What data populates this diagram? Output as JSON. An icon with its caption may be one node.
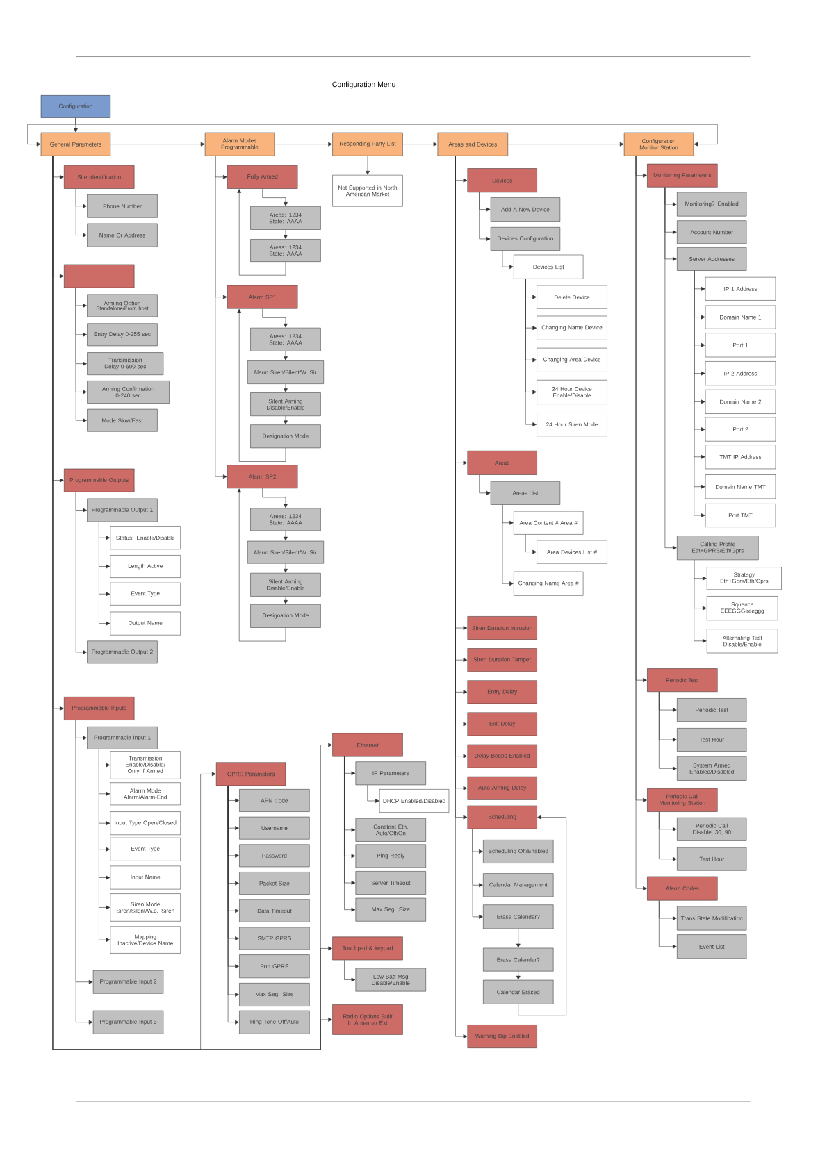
{
  "diagram": {
    "title": "Configuration Menu",
    "nodes": [
      {
        "text": [
          "Configuration"
        ]
      },
      {
        "text": [
          "General Parameters"
        ]
      },
      {
        "text": [
          "Alarm Modes Programmable"
        ]
      },
      {
        "text": [
          "Responding Party List"
        ]
      },
      {
        "text": [
          "Areas and Devices"
        ]
      },
      {
        "text": [
          "Configuration Monitor Station"
        ]
      },
      {
        "text": [
          "Site Identification"
        ]
      },
      {
        "text": [
          "Phone Number"
        ]
      },
      {
        "text": [
          "Name Or Address"
        ]
      },
      {
        "text": [],
        "shape": "box"
      },
      {
        "text": [
          "Arming Option",
          "Standalone/From host"
        ]
      },
      {
        "text": [
          "Entry Delay 0-255 sec"
        ]
      },
      {
        "text": [
          "Transmission Delay 0-600 sec"
        ]
      },
      {
        "text": [
          "Arming Confirmation 0-240 sec"
        ]
      },
      {
        "text": [
          "Mode Slow/Fast"
        ]
      },
      {
        "text": [
          "Programmable Outputs"
        ]
      },
      {
        "text": [
          "Programmable Output 1"
        ]
      },
      {
        "text": [
          "Status: Enable/Disable"
        ]
      },
      {
        "text": [
          "Length Active"
        ]
      },
      {
        "text": [
          "Event Type"
        ]
      },
      {
        "text": [
          "Output Name"
        ]
      },
      {
        "text": [
          "Programmable Output 2"
        ]
      },
      {
        "text": [
          "Programmable Inputs"
        ]
      },
      {
        "text": [
          "Programmable Input 1"
        ]
      },
      {
        "text": [
          "Transmission Enable/Disable/ Only If Armed"
        ]
      },
      {
        "text": [
          "Alarm Mode Alarm/Alarm-End"
        ]
      },
      {
        "text": [
          "Input Type Open/Closed"
        ]
      },
      {
        "text": [
          "Event Type"
        ]
      },
      {
        "text": [
          "Input Name"
        ]
      },
      {
        "text": [
          "Siren Mode Siren/Silent/W.o. Siren"
        ]
      },
      {
        "text": [
          "Mapping Inactive/Device Name"
        ]
      },
      {
        "text": [
          "Programmable Input 2"
        ]
      },
      {
        "text": [
          "Programmable Input 3"
        ]
      },
      {
        "text": [
          "GPRS Parameters"
        ]
      },
      {
        "text": [
          "APN Code"
        ]
      },
      {
        "text": [
          "Username"
        ]
      },
      {
        "text": [
          "Password"
        ]
      },
      {
        "text": [
          "Packet Size"
        ]
      },
      {
        "text": [
          "Data Timeout"
        ]
      },
      {
        "text": [
          "SMTP GPRS"
        ]
      },
      {
        "text": [
          "Port GPRS"
        ]
      },
      {
        "text": [
          "Max Seg. Size"
        ]
      },
      {
        "text": [
          "Ring Tone Off/Auto"
        ]
      },
      {
        "text": [
          "Ethernet"
        ]
      },
      {
        "text": [
          "IP Parameters"
        ]
      },
      {
        "text": [
          "DHCP Enabled/Disabled"
        ]
      },
      {
        "text": [
          "Constant Eth. Auto/Off/On"
        ]
      },
      {
        "text": [
          "Ping Reply"
        ]
      },
      {
        "text": [
          "Server Timeout"
        ]
      },
      {
        "text": [
          "Max Seg. Size"
        ]
      },
      {
        "text": [
          "Touchpad & keypad"
        ]
      },
      {
        "text": [
          "Low Batt Msg Disable/Enable"
        ]
      },
      {
        "text": [
          "Radio Options Built In Antenna/ Ext"
        ]
      },
      {
        "text": [
          "Fully Armed"
        ]
      },
      {
        "text": [
          "Areas: 1234 State: AAAA"
        ]
      },
      {
        "text": [
          "Areas: 1234 State: AAAA"
        ]
      },
      {
        "text": [
          "Alarm SP1"
        ]
      },
      {
        "text": [
          "Areas: 1234 State: AAAA"
        ]
      },
      {
        "text": [
          "Alarm Siren/Silent/W. Sir."
        ]
      },
      {
        "text": [
          "Silent Arming Disable/Enable"
        ]
      },
      {
        "text": [
          "Designation Mode"
        ]
      },
      {
        "text": [
          "Alarm SP2"
        ]
      },
      {
        "text": [
          "Areas: 1234 State: AAAA"
        ]
      },
      {
        "text": [
          "Alarm Siren/Silent/W. Sir."
        ]
      },
      {
        "text": [
          "Silent Arming Disable/Enable"
        ]
      },
      {
        "text": [
          "Designation Mode"
        ]
      },
      {
        "text": [
          "Not Supported in North American Market"
        ]
      },
      {
        "text": [
          "Devices"
        ]
      },
      {
        "text": [
          "Add A New Device"
        ]
      },
      {
        "text": [
          "Devices Configuration"
        ]
      },
      {
        "text": [
          "Devices List"
        ]
      },
      {
        "text": [
          "Delete Device"
        ]
      },
      {
        "text": [
          "Changing Name Device"
        ]
      },
      {
        "text": [
          "Changing Area Device"
        ]
      },
      {
        "text": [
          "24 Hour Device Enable/Disable"
        ]
      },
      {
        "text": [
          "24 Hour Siren Mode"
        ]
      },
      {
        "text": [
          "Areas"
        ]
      },
      {
        "text": [
          "Areas List"
        ]
      },
      {
        "text": [
          "Area Content # Area #"
        ]
      },
      {
        "text": [
          "Area Devices List #"
        ]
      },
      {
        "text": [
          "Changing Name Area #"
        ]
      },
      {
        "text": [
          "Siren Duration Intrusion"
        ]
      },
      {
        "text": [
          "Siren Duration Tamper"
        ]
      },
      {
        "text": [
          "Entry Delay"
        ]
      },
      {
        "text": [
          "Exit Delay"
        ]
      },
      {
        "text": [
          "Delay Beeps Enabled"
        ]
      },
      {
        "text": [
          "Auto Arming Delay"
        ]
      },
      {
        "text": [
          "Scheduling"
        ]
      },
      {
        "text": [
          "Scheduling Off/Enabled"
        ]
      },
      {
        "text": [
          "Calendar Management"
        ]
      },
      {
        "text": [
          "Erase Calendar?"
        ]
      },
      {
        "text": [
          "Erase Calendar?"
        ]
      },
      {
        "text": [
          "Calendar Erased"
        ]
      },
      {
        "text": [
          "Warning Bip Enabled"
        ]
      },
      {
        "text": [
          "Monitoring Parameters"
        ]
      },
      {
        "text": [
          "Monitoring? Enabled"
        ]
      },
      {
        "text": [
          "Account Number"
        ]
      },
      {
        "text": [
          "Server Addresses"
        ]
      },
      {
        "text": [
          "IP 1 Address"
        ]
      },
      {
        "text": [
          "Domain Name 1"
        ]
      },
      {
        "text": [
          "Port 1"
        ]
      },
      {
        "text": [
          "IP 2 Address"
        ]
      },
      {
        "text": [
          "Domain Name 2"
        ]
      },
      {
        "text": [
          "Port 2"
        ]
      },
      {
        "text": [
          "TMT IP Address"
        ]
      },
      {
        "text": [
          "Domain Name TMT"
        ]
      },
      {
        "text": [
          "Port TMT"
        ]
      },
      {
        "text": [
          "Calling Profile Eth+GPRS/Eth/Gprs"
        ]
      },
      {
        "text": [
          "Strategy Eth+Gprs/Eth/Gprs"
        ]
      },
      {
        "text": [
          "Squence EEEGGGeeeggg"
        ]
      },
      {
        "text": [
          "Alternating Test Disable/Enable"
        ]
      },
      {
        "text": [
          "Periodic Test"
        ]
      },
      {
        "text": [
          "Periodic Test"
        ]
      },
      {
        "text": [
          "Test Hour"
        ]
      },
      {
        "text": [
          "System Armed Enabled/Disabled"
        ]
      },
      {
        "text": [
          "Periodic Call Monitoring Station"
        ]
      },
      {
        "text": [
          "Periodic Call Disable, 30, 90"
        ]
      },
      {
        "text": [
          "Test Hour"
        ]
      },
      {
        "text": [
          "Alarm Codes"
        ]
      },
      {
        "text": [
          "Trans State Modification"
        ]
      },
      {
        "text": [
          "Event List"
        ]
      }
    ],
    "edges": [
      {
        "from": 0,
        "to": 1,
        "arrow": "to"
      },
      {
        "from": 0,
        "to": 1,
        "arrow": "to"
      },
      {
        "from": 0,
        "to": 5,
        "arrow": "to"
      },
      {
        "from": 1,
        "to": 2,
        "arrow": "to"
      },
      {
        "from": 2,
        "to": 3,
        "arrow": "to"
      },
      {
        "from": 3,
        "to": 4,
        "arrow": "to"
      },
      {
        "from": 4,
        "to": 5,
        "arrow": "to"
      },
      {
        "from": 3,
        "to": 66,
        "arrow": "to"
      },
      {
        "from": 1,
        "to": 6,
        "arrow": "to"
      },
      {
        "from": 6,
        "to": 7,
        "arrow": "to"
      },
      {
        "from": 6,
        "to": 8,
        "arrow": "to"
      },
      {
        "from": 1,
        "to": 9,
        "arrow": "to"
      },
      {
        "from": 9,
        "to": 10,
        "arrow": "to"
      },
      {
        "from": 9,
        "to": 11,
        "arrow": "to"
      },
      {
        "from": 9,
        "to": 12,
        "arrow": "to"
      },
      {
        "from": 9,
        "to": 13,
        "arrow": "to"
      },
      {
        "from": 9,
        "to": 14,
        "arrow": "to"
      },
      {
        "from": 1,
        "to": 15,
        "arrow": "to"
      },
      {
        "from": 15,
        "to": 16,
        "arrow": "to"
      },
      {
        "from": 16,
        "to": 17,
        "arrow": "to"
      },
      {
        "from": 16,
        "to": 18,
        "arrow": "to"
      },
      {
        "from": 16,
        "to": 19,
        "arrow": "to"
      },
      {
        "from": 16,
        "to": 20,
        "arrow": "to"
      },
      {
        "from": 15,
        "to": 21,
        "arrow": "to"
      },
      {
        "from": 1,
        "to": 22,
        "arrow": "to"
      },
      {
        "from": 22,
        "to": 23,
        "arrow": "to"
      },
      {
        "from": 23,
        "to": 24,
        "arrow": "to"
      },
      {
        "from": 23,
        "to": 25,
        "arrow": "to"
      },
      {
        "from": 23,
        "to": 26,
        "arrow": "to"
      },
      {
        "from": 23,
        "to": 27,
        "arrow": "to"
      },
      {
        "from": 23,
        "to": 28,
        "arrow": "to"
      },
      {
        "from": 23,
        "to": 29,
        "arrow": "to"
      },
      {
        "from": 23,
        "to": 30,
        "arrow": "to"
      },
      {
        "from": 22,
        "to": 31,
        "arrow": "to"
      },
      {
        "from": 22,
        "to": 32,
        "arrow": "to"
      },
      {
        "from": 1,
        "to": 33,
        "arrow": "to"
      },
      {
        "from": 33,
        "to": 34,
        "arrow": "to"
      },
      {
        "from": 33,
        "to": 35,
        "arrow": "to"
      },
      {
        "from": 33,
        "to": 36,
        "arrow": "to"
      },
      {
        "from": 33,
        "to": 37,
        "arrow": "to"
      },
      {
        "from": 33,
        "to": 38,
        "arrow": "to"
      },
      {
        "from": 33,
        "to": 39,
        "arrow": "to"
      },
      {
        "from": 33,
        "to": 40,
        "arrow": "to"
      },
      {
        "from": 33,
        "to": 41,
        "arrow": "to"
      },
      {
        "from": 33,
        "to": 42,
        "arrow": "to"
      },
      {
        "from": 1,
        "to": 43,
        "arrow": "to"
      },
      {
        "from": 43,
        "to": 44,
        "arrow": "to"
      },
      {
        "from": 44,
        "to": 45,
        "arrow": "to"
      },
      {
        "from": 43,
        "to": 46,
        "arrow": "to"
      },
      {
        "from": 43,
        "to": 47,
        "arrow": "to"
      },
      {
        "from": 43,
        "to": 48,
        "arrow": "to"
      },
      {
        "from": 43,
        "to": 49,
        "arrow": "to"
      },
      {
        "from": 1,
        "to": 50,
        "arrow": "to"
      },
      {
        "from": 50,
        "to": 51,
        "arrow": "to"
      },
      {
        "from": 1,
        "to": 52,
        "arrow": "to"
      },
      {
        "from": 2,
        "to": 53,
        "arrow": "to"
      },
      {
        "from": 53,
        "to": 54,
        "arrow": "to"
      },
      {
        "from": 54,
        "to": 55,
        "arrow": "to"
      },
      {
        "from": 55,
        "to": 53,
        "arrow": "to"
      },
      {
        "from": 2,
        "to": 56,
        "arrow": "to"
      },
      {
        "from": 56,
        "to": 57,
        "arrow": "to"
      },
      {
        "from": 57,
        "to": 58,
        "arrow": "to"
      },
      {
        "from": 58,
        "to": 59,
        "arrow": "to"
      },
      {
        "from": 59,
        "to": 60,
        "arrow": "to"
      },
      {
        "from": 60,
        "to": 56,
        "arrow": "to"
      },
      {
        "from": 2,
        "to": 61,
        "arrow": "to"
      },
      {
        "from": 61,
        "to": 62,
        "arrow": "to"
      },
      {
        "from": 62,
        "to": 63,
        "arrow": "to"
      },
      {
        "from": 63,
        "to": 64,
        "arrow": "to"
      },
      {
        "from": 64,
        "to": 65,
        "arrow": "to"
      },
      {
        "from": 65,
        "to": 61,
        "arrow": "to"
      },
      {
        "from": 4,
        "to": 67,
        "arrow": "to"
      },
      {
        "from": 67,
        "to": 68,
        "arrow": "to"
      },
      {
        "from": 67,
        "to": 69,
        "arrow": "to"
      },
      {
        "from": 69,
        "to": 70,
        "arrow": "to"
      },
      {
        "from": 70,
        "to": 71,
        "arrow": "to"
      },
      {
        "from": 70,
        "to": 72,
        "arrow": "to"
      },
      {
        "from": 70,
        "to": 73,
        "arrow": "to"
      },
      {
        "from": 70,
        "to": 74,
        "arrow": "to"
      },
      {
        "from": 70,
        "to": 75,
        "arrow": "to"
      },
      {
        "from": 4,
        "to": 76,
        "arrow": "to"
      },
      {
        "from": 76,
        "to": 77,
        "arrow": "to"
      },
      {
        "from": 77,
        "to": 78,
        "arrow": "to"
      },
      {
        "from": 78,
        "to": 79,
        "arrow": "to"
      },
      {
        "from": 77,
        "to": 80,
        "arrow": "to"
      },
      {
        "from": 4,
        "to": 81,
        "arrow": "to"
      },
      {
        "from": 4,
        "to": 82,
        "arrow": "to"
      },
      {
        "from": 4,
        "to": 83,
        "arrow": "to"
      },
      {
        "from": 4,
        "to": 84,
        "arrow": "to"
      },
      {
        "from": 4,
        "to": 85,
        "arrow": "to"
      },
      {
        "from": 4,
        "to": 86,
        "arrow": "to"
      },
      {
        "from": 4,
        "to": 87,
        "arrow": "to"
      },
      {
        "from": 87,
        "to": 88,
        "arrow": "to"
      },
      {
        "from": 87,
        "to": 89,
        "arrow": "to"
      },
      {
        "from": 87,
        "to": 90,
        "arrow": "to"
      },
      {
        "from": 90,
        "to": 91,
        "arrow": "to"
      },
      {
        "from": 91,
        "to": 92,
        "arrow": "to"
      },
      {
        "from": 92,
        "to": 87,
        "arrow": "to"
      },
      {
        "from": 4,
        "to": 93,
        "arrow": "to"
      },
      {
        "from": 5,
        "to": 94,
        "arrow": "to"
      },
      {
        "from": 94,
        "to": 95,
        "arrow": "to"
      },
      {
        "from": 94,
        "to": 96,
        "arrow": "to"
      },
      {
        "from": 94,
        "to": 97,
        "arrow": "to"
      },
      {
        "from": 97,
        "to": 98,
        "arrow": "to"
      },
      {
        "from": 97,
        "to": 99,
        "arrow": "to"
      },
      {
        "from": 97,
        "to": 100,
        "arrow": "to"
      },
      {
        "from": 97,
        "to": 101,
        "arrow": "to"
      },
      {
        "from": 97,
        "to": 102,
        "arrow": "to"
      },
      {
        "from": 97,
        "to": 103,
        "arrow": "to"
      },
      {
        "from": 97,
        "to": 104,
        "arrow": "to"
      },
      {
        "from": 97,
        "to": 105,
        "arrow": "to"
      },
      {
        "from": 97,
        "to": 106,
        "arrow": "to"
      },
      {
        "from": 94,
        "to": 107,
        "arrow": "to"
      },
      {
        "from": 107,
        "to": 108,
        "arrow": "to"
      },
      {
        "from": 107,
        "to": 109,
        "arrow": "to"
      },
      {
        "from": 107,
        "to": 110,
        "arrow": "to"
      },
      {
        "from": 5,
        "to": 111,
        "arrow": "to"
      },
      {
        "from": 111,
        "to": 112,
        "arrow": "to"
      },
      {
        "from": 111,
        "to": 113,
        "arrow": "to"
      },
      {
        "from": 111,
        "to": 114,
        "arrow": "to"
      },
      {
        "from": 5,
        "to": 115,
        "arrow": "to"
      },
      {
        "from": 115,
        "to": 116,
        "arrow": "to"
      },
      {
        "from": 115,
        "to": 117,
        "arrow": "to"
      },
      {
        "from": 5,
        "to": 118,
        "arrow": "to"
      },
      {
        "from": 118,
        "to": 119,
        "arrow": "to"
      },
      {
        "from": 118,
        "to": 120,
        "arrow": "to"
      }
    ]
  }
}
